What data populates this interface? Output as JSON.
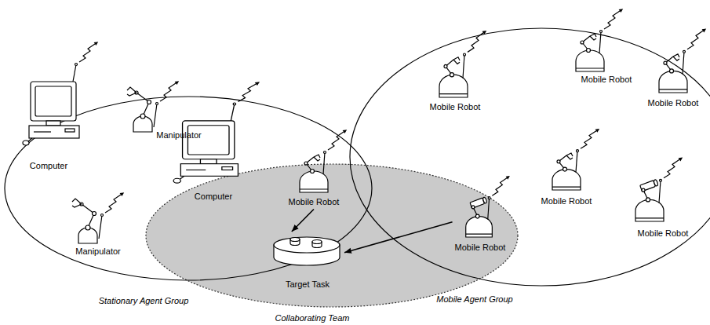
{
  "diagram": {
    "nodes": [
      {
        "text": [
          "Stationary Agent Group"
        ]
      },
      {
        "text": [
          "Computer"
        ],
        "in": 0
      },
      {
        "text": [
          "Manipulator"
        ],
        "in": 0
      },
      {
        "text": [
          "Manipulator"
        ],
        "in": 0
      },
      {
        "text": [
          "Collaborating Team"
        ]
      },
      {
        "text": [
          "Computer"
        ],
        "in": 4
      },
      {
        "text": [
          "Mobile Robot"
        ],
        "in": 4
      },
      {
        "text": [
          "Target Task"
        ],
        "in": 4
      },
      {
        "text": [
          "Mobile Robot"
        ],
        "in": 4
      },
      {
        "text": [
          "Mobile Agent Group"
        ]
      },
      {
        "text": [
          "Mobile Robot"
        ],
        "in": 9
      },
      {
        "text": [
          "Mobile Robot"
        ],
        "in": 9
      },
      {
        "text": [
          "Mobile Robot"
        ],
        "in": 9
      },
      {
        "text": [
          "Mobile Robot"
        ],
        "in": 9
      },
      {
        "text": [
          "Mobile Robot"
        ],
        "in": 9
      }
    ],
    "edges": [
      {
        "from": 6,
        "to": 7,
        "arrow": "to"
      },
      {
        "from": 8,
        "to": 7,
        "arrow": "to"
      }
    ]
  }
}
